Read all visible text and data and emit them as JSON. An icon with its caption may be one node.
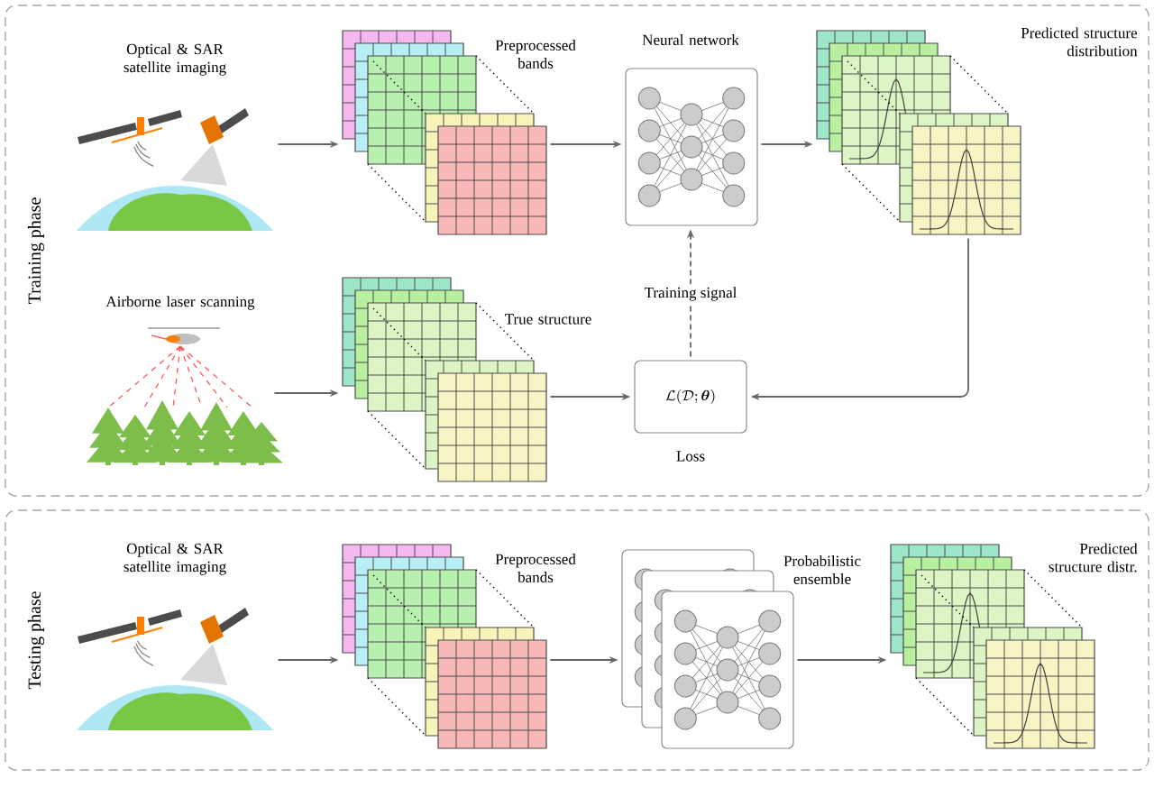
{
  "diagram": {
    "nodes": [
      {
        "text": [
          "Training phase"
        ]
      },
      {
        "text": [
          "Optical & SAR satellite imaging"
        ],
        "in": 0
      },
      {
        "text": [
          "Preprocessed bands"
        ],
        "in": 0
      },
      {
        "text": [
          "Neural network"
        ],
        "in": 0
      },
      {
        "text": [
          "Predicted structure distribution"
        ],
        "in": 0
      },
      {
        "text": [
          "Airborne laser scanning"
        ],
        "in": 0
      },
      {
        "text": [
          "True structure"
        ],
        "in": 0
      },
      {
        "text": [
          "\\mathcal{L}(\\mathcal{D};\\boldsymbol{\\theta})",
          "Loss"
        ],
        "in": 0
      },
      {
        "text": [
          "Testing phase"
        ]
      },
      {
        "text": [
          "Optical & SAR satellite imaging"
        ],
        "in": 8
      },
      {
        "text": [
          "Preprocessed bands"
        ],
        "in": 8
      },
      {
        "text": [
          "Probabilistic ensemble"
        ],
        "in": 8
      },
      {
        "text": [
          "Predicted structure distr."
        ],
        "in": 8
      }
    ],
    "edges": [
      {
        "from": 1,
        "to": 2,
        "arrow": "to"
      },
      {
        "from": 2,
        "to": 3,
        "arrow": "to"
      },
      {
        "from": 3,
        "to": 4,
        "arrow": "to"
      },
      {
        "from": 5,
        "to": 6,
        "arrow": "to"
      },
      {
        "from": 6,
        "to": 7,
        "arrow": "to"
      },
      {
        "from": 4,
        "to": 7,
        "arrow": "to"
      },
      {
        "from": 7,
        "to": 3,
        "arrow": "to",
        "style": "dashed",
        "label": "Training signal"
      },
      {
        "from": 9,
        "to": 10,
        "arrow": "to"
      },
      {
        "from": 10,
        "to": 11,
        "arrow": "to"
      },
      {
        "from": 11,
        "to": 12,
        "arrow": "to"
      }
    ]
  }
}
